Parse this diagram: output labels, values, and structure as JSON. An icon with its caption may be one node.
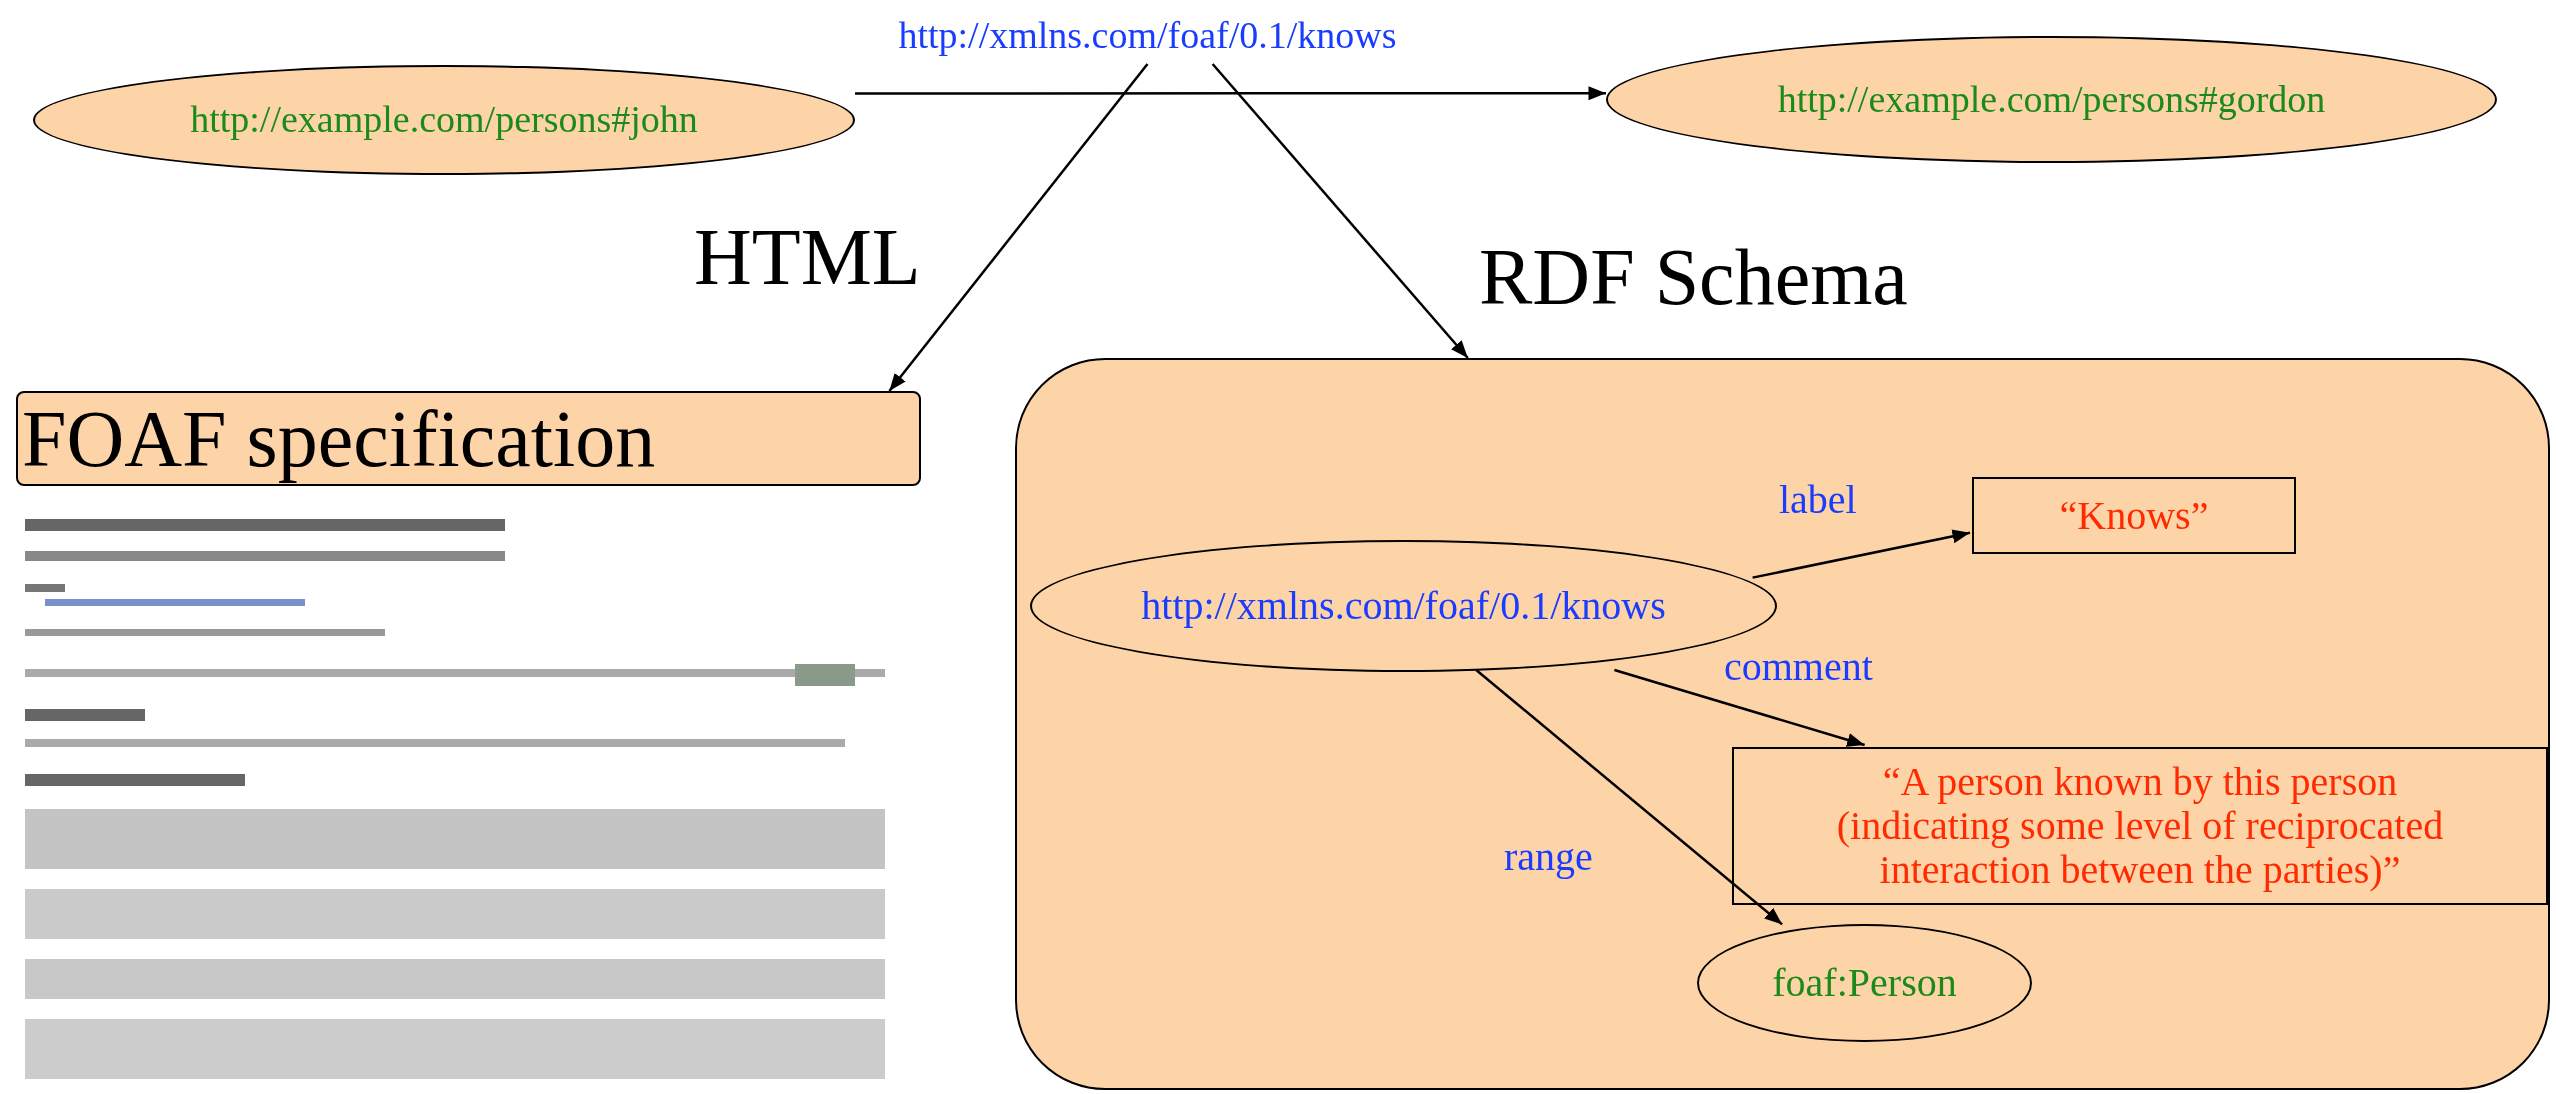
{
  "diagram": {
    "nodes": [
      {
        "text": [
          "http://example.com/persons#john"
        ]
      },
      {
        "text": [
          "http://xmlns.com/foaf/0.1/knows"
        ]
      },
      {
        "text": [
          "http://example.com/persons#gordon"
        ]
      },
      {
        "text": [
          "FOAF specification"
        ]
      },
      {
        "text": [],
        "shape": "box"
      },
      {
        "text": [
          "http://xmlns.com/foaf/0.1/knows"
        ],
        "in": 4
      },
      {
        "text": [
          "“Knows”"
        ],
        "in": 4
      },
      {
        "text": [
          "“A person known by this person (indicating some level of reciprocated interaction between the parties)”"
        ],
        "in": 4
      },
      {
        "text": [
          "foaf:Person"
        ],
        "in": 4
      }
    ],
    "edges": [
      {
        "from": 0,
        "to": 2,
        "arrow": "to"
      },
      {
        "from": 1,
        "to": 3,
        "arrow": "to",
        "label": "HTML"
      },
      {
        "from": 1,
        "to": 4,
        "arrow": "to",
        "label": "RDF Schema"
      },
      {
        "from": 5,
        "to": 6,
        "arrow": "to",
        "label": "label"
      },
      {
        "from": 5,
        "to": 7,
        "arrow": "to",
        "label": "comment"
      },
      {
        "from": 5,
        "to": 8,
        "arrow": "to",
        "label": "range"
      }
    ]
  }
}
